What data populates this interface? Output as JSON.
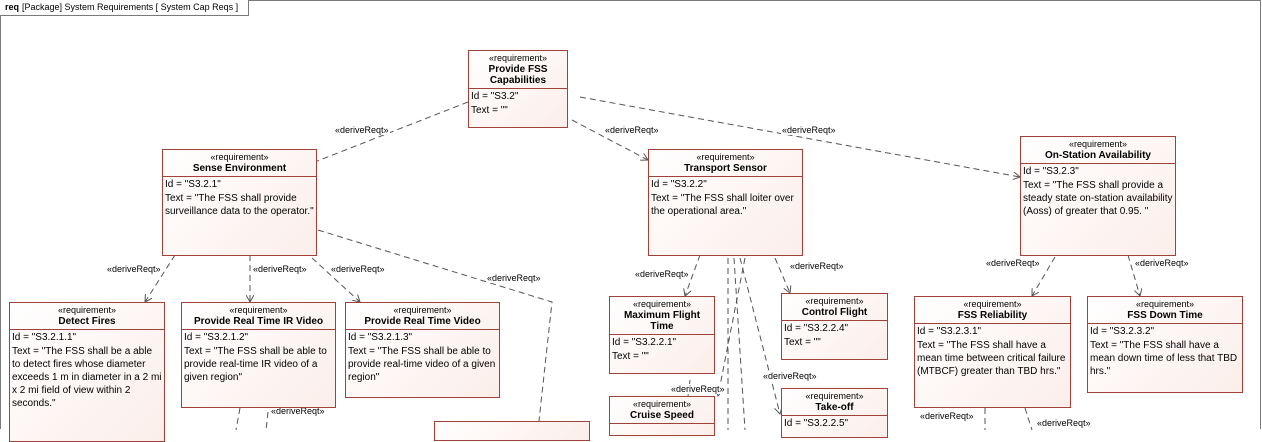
{
  "frame": {
    "kind": "req",
    "title": "[Package] System Requirements [ System Cap Reqs ]"
  },
  "stereotype": "«requirement»",
  "relation_label": "«deriveReqt»",
  "requirements": {
    "root": {
      "name": "Provide FSS Capabilities",
      "id": "Id = \"S3.2\"",
      "text": "Text = \"\""
    },
    "sense": {
      "name": "Sense Environment",
      "id": "Id = \"S3.2.1\"",
      "text": "Text = \"The FSS shall provide surveillance data to the operator.\""
    },
    "transport": {
      "name": "Transport Sensor",
      "id": "Id = \"S3.2.2\"",
      "text": "Text = \"The FSS shall loiter over the operational area.\""
    },
    "onstation": {
      "name": "On-Station Availability",
      "id": "Id = \"S3.2.3\"",
      "text": "Text = \"The FSS shall provide a steady state on-station availability (Aoss) of greater that 0.95. \""
    },
    "detect": {
      "name": "Detect Fires",
      "id": "Id = \"S3.2.1.1\"",
      "text": "Text = \"The FSS shall be a able to detect fires whose diameter exceeds 1 m in diameter in a 2 mi x 2 mi field of view within 2 seconds.\""
    },
    "irvideo": {
      "name": "Provide Real Time IR Video",
      "id": "Id = \"S3.2.1.2\"",
      "text": "Text = \"The FSS shall be able to provide real-time IR video of a given region\""
    },
    "rtvideo": {
      "name": "Provide Real Time Video",
      "id": "Id = \"S3.2.1.3\"",
      "text": "Text = \"The FSS shall be able to provide real-time video of a given region\""
    },
    "maxflight": {
      "name": "Maximum Flight Time",
      "id": "Id = \"S3.2.2.1\"",
      "text": "Text = \"\""
    },
    "control": {
      "name": "Control Flight",
      "id": "Id = \"S3.2.2.4\"",
      "text": "Text = \"\""
    },
    "cruise": {
      "name": "Cruise Speed",
      "id": "",
      "text": ""
    },
    "takeoff": {
      "name": "Take-off",
      "id": "Id = \"S3.2.2.5\"",
      "text": ""
    },
    "reliability": {
      "name": "FSS Reliability",
      "id": "Id = \"S3.2.3.1\"",
      "text": "Text = \"The FSS shall have a mean time between critical failure (MTBCF) greater than TBD hrs.\""
    },
    "downtime": {
      "name": "FSS Down Time",
      "id": "Id = \"S3.2.3.2\"",
      "text": "Text = \"The FSS shall have a mean down time of less that TBD hrs.\""
    }
  }
}
